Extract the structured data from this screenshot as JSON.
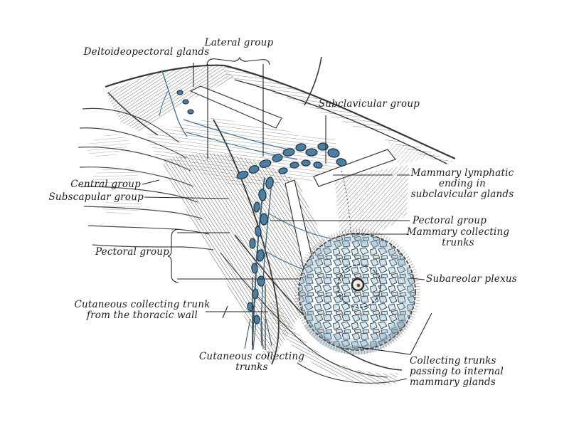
{
  "figure": {
    "type": "anatomical-engraving",
    "subject": "Lymphatics of the mamma and axillary glands",
    "labels": {
      "deltoideopectoral_glands": {
        "text": "Deltoideopectoral glands",
        "lines": [
          "Deltoideopectoral glands"
        ]
      },
      "lateral_group": {
        "text": "Lateral group",
        "lines": [
          "Lateral group"
        ]
      },
      "subclavicular_group": {
        "text": "Subclavicular group",
        "lines": [
          "Subclavicular group"
        ]
      },
      "central_group": {
        "text": "Central group",
        "lines": [
          "Central group"
        ]
      },
      "subscapular_group": {
        "text": "Subscapular group",
        "lines": [
          "Subscapular group"
        ]
      },
      "pectoral_group_left": {
        "text": "Pectoral group",
        "lines": [
          "Pectoral group"
        ]
      },
      "mammary_lymphatic": {
        "text": "Mammary lymphatic ending in subclavicular glands",
        "lines": [
          "Mammary lymphatic",
          "ending in",
          "subclavicular glands"
        ]
      },
      "pectoral_group_right": {
        "text": "Pectoral group",
        "lines": [
          "Pectoral group"
        ]
      },
      "mammary_collecting_trunks": {
        "text": "Mammary collecting trunks",
        "lines": [
          "Mammary collecting",
          "trunks"
        ]
      },
      "subareolar_plexus": {
        "text": "Subareolar plexus",
        "lines": [
          "Subareolar plexus"
        ]
      },
      "cutaneous_collecting_trunk_thoracic": {
        "text": "Cutaneous collecting trunk from the thoracic wall",
        "lines": [
          "Cutaneous collecting trunk",
          "from the thoracic wall"
        ]
      },
      "cutaneous_collecting_trunks": {
        "text": "Cutaneous collecting trunks",
        "lines": [
          "Cutaneous collecting",
          "trunks"
        ]
      },
      "collecting_trunks_internal_mammary": {
        "text": "Collecting trunks passing to internal mammary glands",
        "lines": [
          "Collecting trunks",
          "passing to internal",
          "mammary glands"
        ]
      }
    },
    "colors": {
      "background": "#ffffff",
      "ink": "#3b3834",
      "label_ink": "#1c1c1c",
      "leader_ink": "#262626",
      "hatch_tone": "#6b635a",
      "lymph_node_fill": "#4d7fa0",
      "lymph_node_stroke": "#1f3a4d",
      "vessel_blue": "#46789c",
      "breast_mesh_fill": "#d3e4ef",
      "breast_mesh_stroke": "#35505e"
    }
  }
}
